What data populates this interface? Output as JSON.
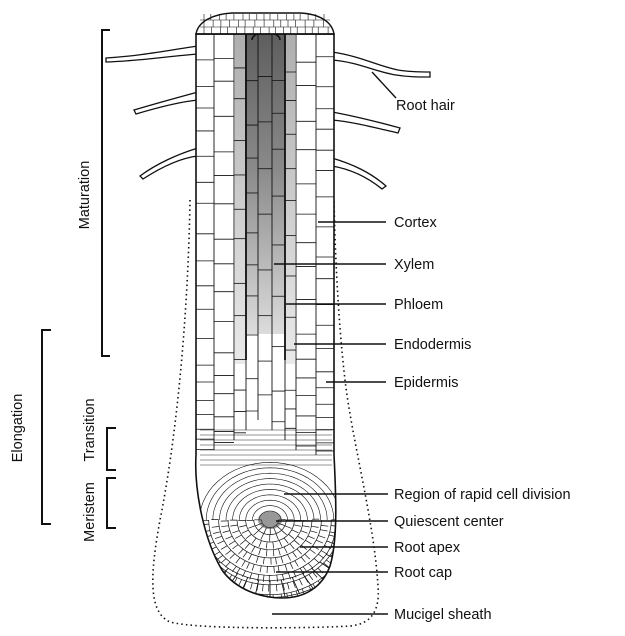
{
  "labels": {
    "root_hair": "Root hair",
    "cortex": "Cortex",
    "xylem": "Xylem",
    "phloem": "Phloem",
    "endodermis": "Endodermis",
    "epidermis": "Epidermis",
    "rapid_division": "Region of rapid cell division",
    "quiescent_center": "Quiescent center",
    "root_apex": "Root apex",
    "root_cap": "Root cap",
    "mucigel_sheath": "Mucigel sheath"
  },
  "zones": {
    "maturation": "Maturation",
    "elongation": "Elongation",
    "transition": "Transition",
    "meristem": "Meristem"
  },
  "colors": {
    "line": "#111111",
    "cell_fill": "#ffffff",
    "vascular_dark": "#6f6f6f",
    "vascular_light": "#c9c9c9"
  }
}
